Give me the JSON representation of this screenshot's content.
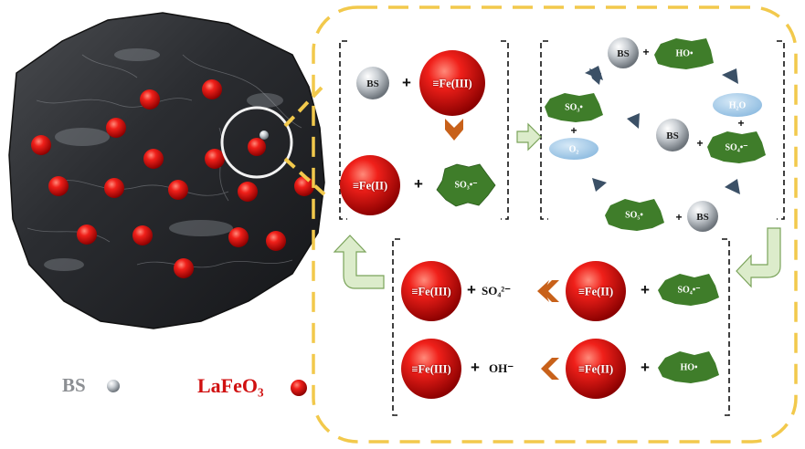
{
  "species": {
    "bs": "BS",
    "fe3": "≡Fe(III)",
    "fe2": "≡Fe(II)",
    "so3_rad": "SO₃•",
    "so3_rad_minus": "SO₃•⁻",
    "so4_rad": "SO₄•⁻",
    "so5_rad": "SO₅•",
    "ho_rad": "HO•",
    "h2o": "H₂O",
    "o2": "O₂",
    "so4_2": "SO₄²⁻",
    "oh_minus": "OH⁻"
  },
  "ops": {
    "plus": "+"
  },
  "legend": {
    "bs_label": "BS",
    "lafeo3_label": "LaFeO₃"
  },
  "colors": {
    "red_sphere": "#e01010",
    "gray_sphere": "#b8bec4",
    "green_star": "#3f7d2a",
    "blue_ellipse": "#9fc7e6",
    "orange_arrow": "#c8611a",
    "navy_arrow": "#3b5066",
    "green_arrow": "#dceccb",
    "dashed_border": "#f2c94c"
  }
}
